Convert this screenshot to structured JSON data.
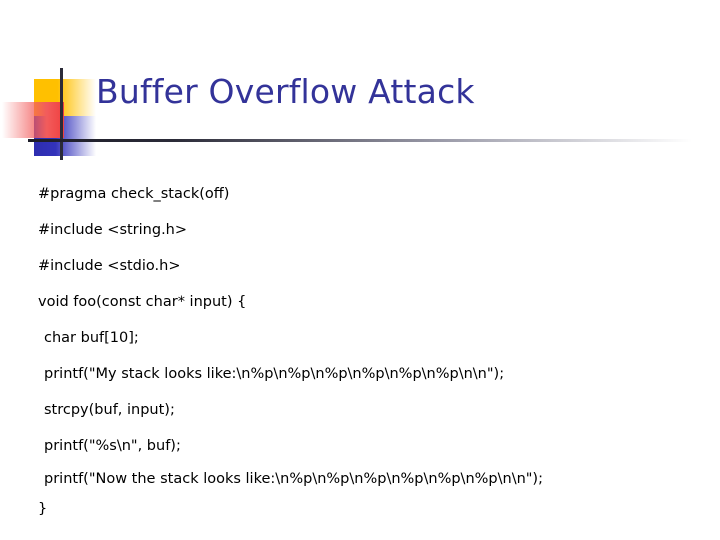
{
  "slide": {
    "title": "Buffer Overflow Attack",
    "title_color": "#333399",
    "background_color": "#ffffff",
    "decor": {
      "yellow": "#FFC000",
      "blue": "#3333BB",
      "red": "#F25C5C",
      "rule": "#2B2B38"
    }
  },
  "code": {
    "lines": [
      {
        "text": "#pragma check_stack(off)",
        "indent": 0
      },
      {
        "text": "#include <string.h>",
        "indent": 0
      },
      {
        "text": "#include <stdio.h>",
        "indent": 0
      },
      {
        "text": "void foo(const char* input) {",
        "indent": 0
      },
      {
        "text": "char buf[10];",
        "indent": 1
      },
      {
        "text": "printf(\"My stack looks like:\\n%p\\n%p\\n%p\\n%p\\n%p\\n%p\\n\\n\");",
        "indent": 1
      },
      {
        "text": "strcpy(buf, input);",
        "indent": 1
      },
      {
        "text": "printf(\"%s\\n\", buf);",
        "indent": 1
      },
      {
        "text": "printf(\"Now the stack looks like:\\n%p\\n%p\\n%p\\n%p\\n%p\\n%p\\n\\n\");",
        "indent": 1
      },
      {
        "text": "}",
        "indent": 0
      }
    ]
  }
}
